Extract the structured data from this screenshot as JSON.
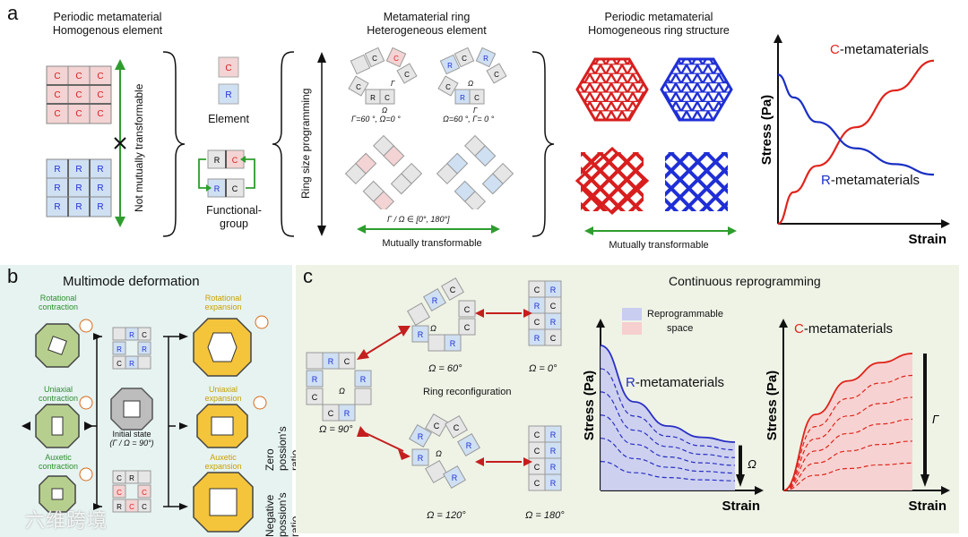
{
  "panel_a": {
    "letter": "a",
    "periodic_title_l1": "Periodic metamaterial",
    "periodic_title_l2": "Homogenous element",
    "not_mutually": "Not mutually transformable",
    "element_label": "Element",
    "functional_label_l1": "Functional-",
    "functional_label_l2": "group",
    "cell_c": "C",
    "cell_r": "R",
    "ring_title_l1": "Metamaterial ring",
    "ring_title_l2": "Heterogeneous element",
    "ring_size": "Ring size programming",
    "ring_angle_1": "Γ=60 °, Ω=0 °",
    "ring_angle_2": "Ω=60 °, Γ= 0 °",
    "ring_range": "Γ / Ω ∈ [0°, 180°]",
    "mutually_1": "Mutually transformable",
    "periodic_ring_title_l1": "Periodic metamaterial",
    "periodic_ring_title_l2": "Homogeneous ring structure",
    "mutually_2": "Mutually transformable",
    "gamma": "Γ",
    "omega": "Ω"
  },
  "chart_a": {
    "ylabel": "Stress (Pa)",
    "xlabel": "Strain",
    "label_c_prefix": "C",
    "label_c_suffix": "-metamaterials",
    "label_r_prefix": "R",
    "label_r_suffix": "-metamaterials"
  },
  "panel_b": {
    "letter": "b",
    "title": "Multimode deformation",
    "rot_contraction": "Rotational contraction",
    "rot_expansion": "Rotational expansion",
    "uni_contraction": "Uniaxial contraction",
    "uni_expansion": "Uniaxial expansion",
    "aux_contraction": "Auxetic contraction",
    "aux_expansion": "Auxetic expansion",
    "initial_l1": "Initial state",
    "initial_l2": "(Γ / Ω = 90°)",
    "zero_poisson": "Zero possion's ratio",
    "neg_poisson": "Negative possion's ratio"
  },
  "panel_c": {
    "letter": "c",
    "title": "Continuous reprogramming",
    "ring_reconfig": "Ring reconfiguration",
    "angle_90": "Ω = 90°",
    "angle_60": "Ω = 60°",
    "angle_0": "Ω = 0°",
    "angle_120": "Ω = 120°",
    "angle_180": "Ω = 180°",
    "legend_repro_l1": "Reprogrammable",
    "legend_repro_l2": "space"
  },
  "chart_c_left": {
    "ylabel": "Stress (Pa)",
    "xlabel": "Strain",
    "label_prefix": "R",
    "label_suffix": "-metamaterials",
    "arrow_symbol": "Ω"
  },
  "chart_c_right": {
    "ylabel": "Stress (Pa)",
    "xlabel": "Strain",
    "label_prefix": "C",
    "label_suffix": "-metamaterials",
    "arrow_symbol": "Γ"
  },
  "chart_data": [
    {
      "type": "line",
      "title": "",
      "xlabel": "Strain",
      "ylabel": "Stress (Pa)",
      "series": [
        {
          "name": "C-metamaterials",
          "x": [
            0,
            0.1,
            0.25,
            0.5,
            0.75,
            1.0
          ],
          "y": [
            0.0,
            0.18,
            0.33,
            0.55,
            0.76,
            0.93
          ]
        },
        {
          "name": "R-metamaterials",
          "x": [
            0,
            0.1,
            0.25,
            0.5,
            0.75,
            1.0
          ],
          "y": [
            0.85,
            0.72,
            0.58,
            0.43,
            0.34,
            0.28
          ]
        }
      ],
      "color": {
        "C": "#e0241c",
        "R": "#1a2fc4"
      }
    },
    {
      "type": "area",
      "title": "",
      "xlabel": "Strain",
      "ylabel": "Stress (Pa)",
      "series": [
        {
          "name": "R-metamaterials",
          "x": [
            0,
            0.25,
            0.5,
            0.75,
            1.0
          ],
          "y": [
            0.9,
            0.55,
            0.4,
            0.33,
            0.3
          ]
        }
      ],
      "color": "#2a2fc4"
    },
    {
      "type": "area",
      "title": "",
      "xlabel": "Strain",
      "ylabel": "Stress (Pa)",
      "series": [
        {
          "name": "C-metamaterials",
          "x": [
            0,
            0.25,
            0.5,
            0.75,
            1.0
          ],
          "y": [
            0.0,
            0.5,
            0.72,
            0.84,
            0.9
          ]
        }
      ],
      "color": "#e0241c"
    }
  ],
  "colors": {
    "red": "#d81e1e",
    "blue": "#1f2fd6",
    "green_arrow": "#2e9d2e",
    "cell_c_bg": "#f3d3d3",
    "cell_r_bg": "#cfe0f3",
    "panel_b_bg": "#e6f3f1",
    "panel_c_bg": "#eef3e6"
  },
  "watermark": "六维跨境"
}
